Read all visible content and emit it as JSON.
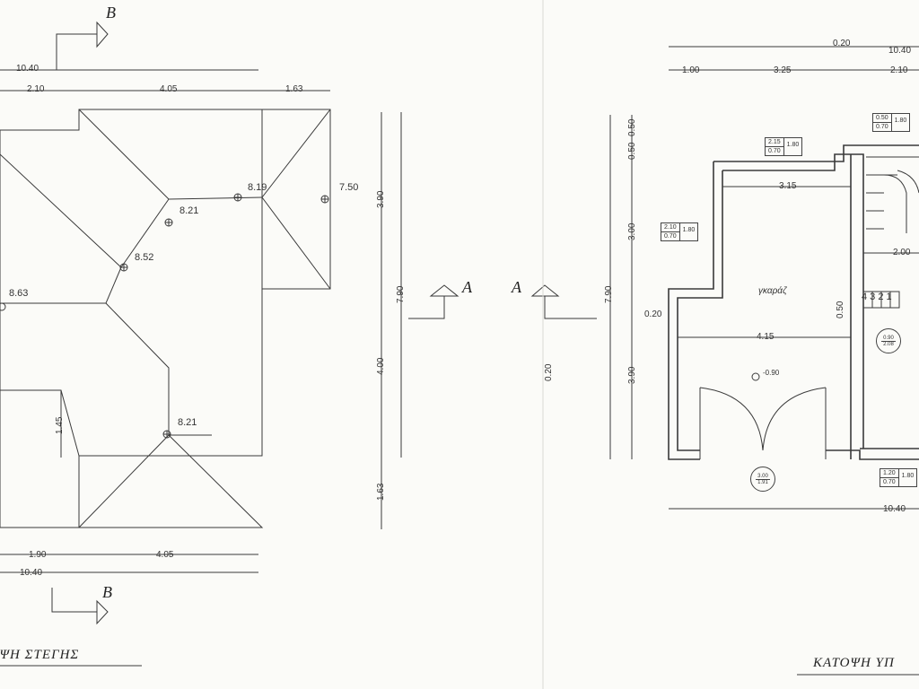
{
  "roof_plan": {
    "title": "ΚΑΤΟΨΗ ΣΤΕΓΗΣ",
    "dim_top_total": "10.40",
    "dim_top_a": "2.10",
    "dim_top_b": "4.05",
    "dim_top_c": "1.63",
    "dim_bottom_a": "1.90",
    "dim_bottom_b": "4.05",
    "dim_bottom_total": "10.40",
    "dim_inner_v": "1.45",
    "elevations": [
      "8.19",
      "7.50",
      "8.21",
      "8.52",
      "8.63",
      "8.21"
    ],
    "vertical_dims": [
      "3.90",
      "7.90",
      "4.00",
      "1.63"
    ],
    "section_b_label": "B",
    "section_a_label": "A"
  },
  "ground_plan": {
    "title": "ΚΑΤΟΨΗ ΥΠ",
    "dim_top_a": "0.20",
    "dim_top_total": "10.40",
    "dim_row2_a": "1.00",
    "dim_row2_b": "3.25",
    "dim_row2_c": "2.10",
    "vertical_dims": [
      "0.50",
      "0.50",
      "3.00",
      "7.90",
      "3.90"
    ],
    "section_a_label": "A",
    "mid_dim_v": "0.20",
    "room_width_top": "3.15",
    "room_width_mid": "4.15",
    "room_name": "γκαράζ",
    "wall_left": "0.20",
    "wall_right": "0.50",
    "floor_level": "-0.90",
    "stair_width": "2.00",
    "stair_steps": "4 3 2 1",
    "dim_bottom_total": "10.40",
    "window_tags": [
      {
        "a": "2.15",
        "b": "0.70",
        "c": "1.80"
      },
      {
        "a": "2.10",
        "b": "0.70",
        "c": "1.80"
      },
      {
        "a": "0.50",
        "b": "0.70",
        "c": "1.80"
      },
      {
        "a": "1.20",
        "b": "0.70",
        "c": "1.80"
      }
    ],
    "door_tags": [
      {
        "a": "0.90",
        "b": "2.08"
      },
      {
        "a": "3.00",
        "b": "1.91"
      }
    ]
  }
}
